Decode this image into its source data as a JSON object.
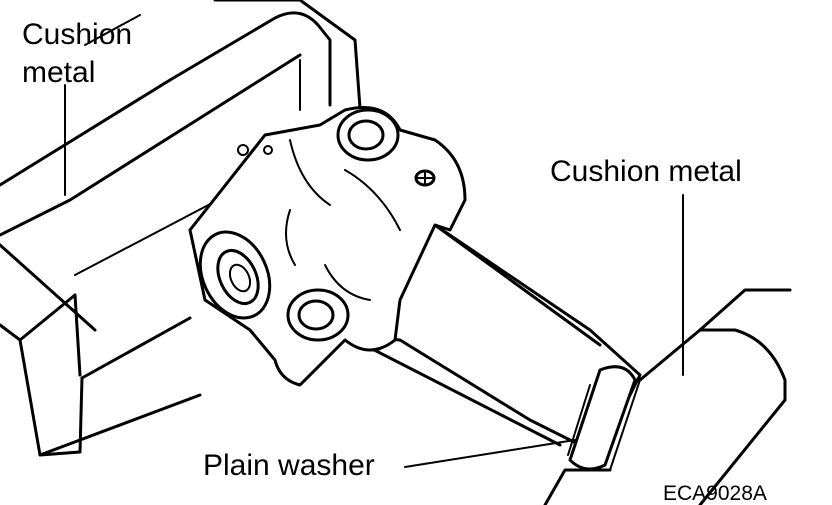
{
  "labels": {
    "cushion_metal_left_line1": "Cushion",
    "cushion_metal_left_line2": "metal",
    "cushion_metal_right": "Cushion metal",
    "plain_washer": "Plain washer",
    "figure_code": "ECA9028A"
  },
  "colors": {
    "ink": "#000000",
    "paper": "#ffffff"
  }
}
